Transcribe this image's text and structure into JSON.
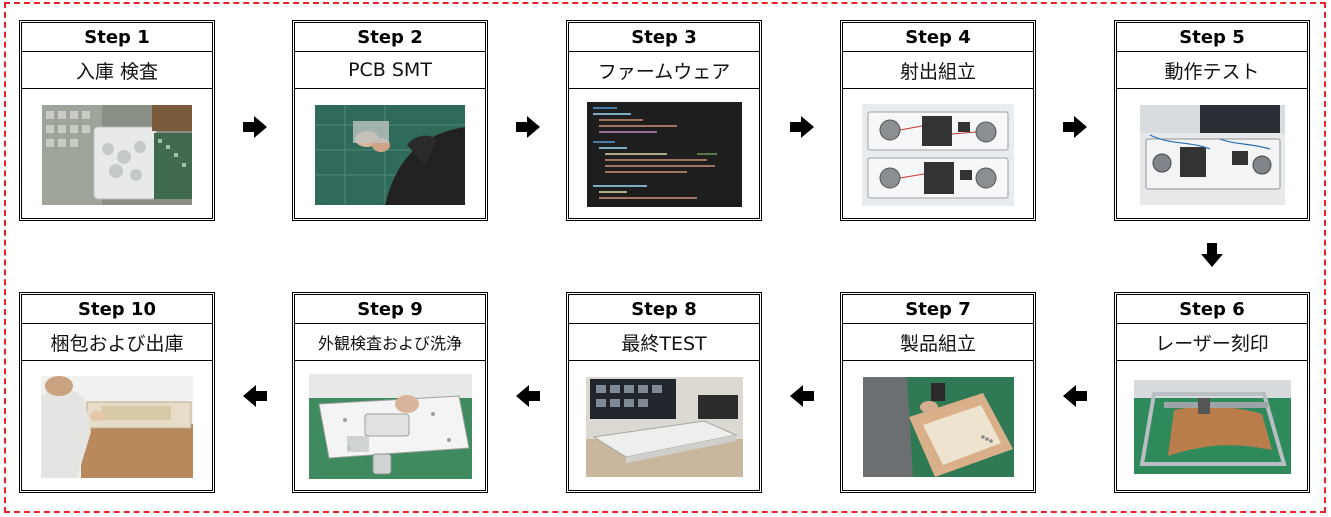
{
  "steps": [
    {
      "label": "Step 1",
      "name": "入庫 検査",
      "photo": "incoming-inspection-photo"
    },
    {
      "label": "Step 2",
      "name": "PCB SMT",
      "photo": "pcb-smt-photo"
    },
    {
      "label": "Step 3",
      "name": "ファームウェア",
      "photo": "firmware-code-photo"
    },
    {
      "label": "Step 4",
      "name": "射出組立",
      "photo": "injection-assembly-photo"
    },
    {
      "label": "Step 5",
      "name": "動作テスト",
      "photo": "operation-test-photo"
    },
    {
      "label": "Step 6",
      "name": "レーザー刻印",
      "photo": "laser-engraving-photo"
    },
    {
      "label": "Step 7",
      "name": "製品組立",
      "photo": "product-assembly-photo"
    },
    {
      "label": "Step 8",
      "name": "最終TEST",
      "photo": "final-test-photo"
    },
    {
      "label": "Step 9",
      "name": "外観検査および洗浄",
      "photo": "visual-inspection-cleaning-photo"
    },
    {
      "label": "Step 10",
      "name": "梱包および出庫",
      "photo": "packing-shipping-photo"
    }
  ],
  "colors": {
    "frame_border": "#e8242a",
    "arrow": "#000000",
    "box_border": "#000000"
  },
  "icons": {
    "arrow_right": "arrow-right-icon",
    "arrow_down": "arrow-down-icon",
    "arrow_left": "arrow-left-icon"
  }
}
